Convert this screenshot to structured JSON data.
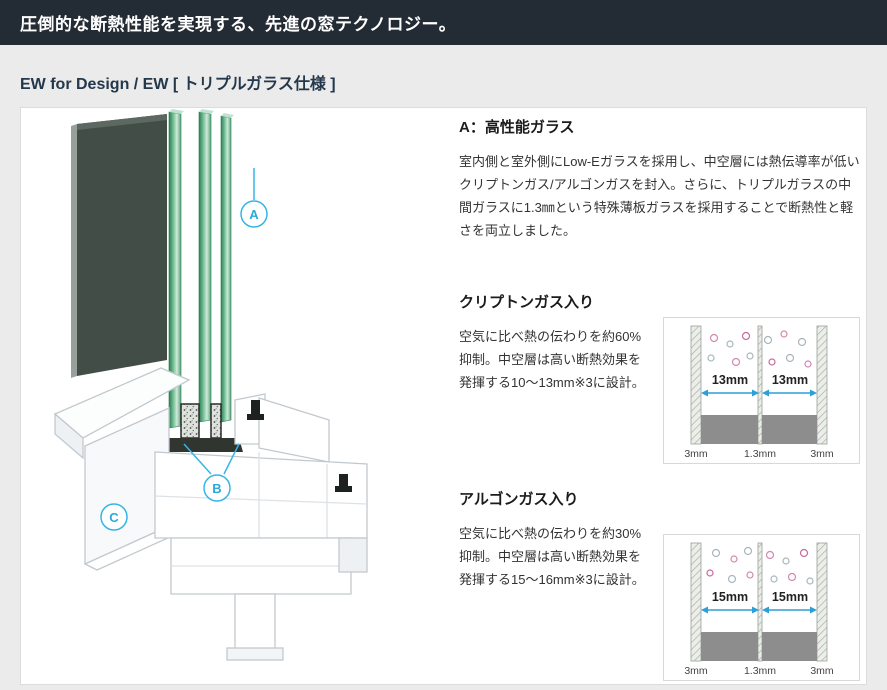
{
  "header": {
    "title": "圧倒的な断熱性能を実現する、先進の窓テクノロジー。"
  },
  "page": {
    "subtitle": "EW for Design / EW [ トリプルガラス仕様 ]"
  },
  "callouts": {
    "a": "A",
    "b": "B",
    "c": "C"
  },
  "section_a": {
    "heading": "A：高性能ガラス",
    "body": "室内側と室外側にLow-Eガラスを採用し、中空層には熱伝導率が低いクリプトンガス/アルゴンガスを封入。さらに、トリプルガラスの中間ガラスに1.3㎜という特殊薄板ガラスを採用することで断熱性と軽さを両立しました。"
  },
  "krypton": {
    "heading": "クリプトンガス入り",
    "body": "空気に比べ熱の伝わりを約60%抑制。中空層は高い断熱効果を発揮する10〜13mm※3に設計。",
    "diagram": {
      "gap_labels": [
        "13mm",
        "13mm"
      ],
      "bottom_labels": [
        "3mm",
        "1.3mm",
        "3mm"
      ]
    }
  },
  "argon": {
    "heading": "アルゴンガス入り",
    "body": "空気に比べ熱の伝わりを約30%抑制。中空層は高い断熱効果を発揮する15〜16mm※3に設計。",
    "diagram": {
      "gap_labels": [
        "15mm",
        "15mm"
      ],
      "bottom_labels": [
        "3mm",
        "1.3mm",
        "3mm"
      ]
    }
  },
  "colors": {
    "header_bg": "#232b35",
    "accent_cyan": "#2aa9dc",
    "arrow_blue": "#2ba0d8",
    "glass_green": "#57a87b"
  }
}
